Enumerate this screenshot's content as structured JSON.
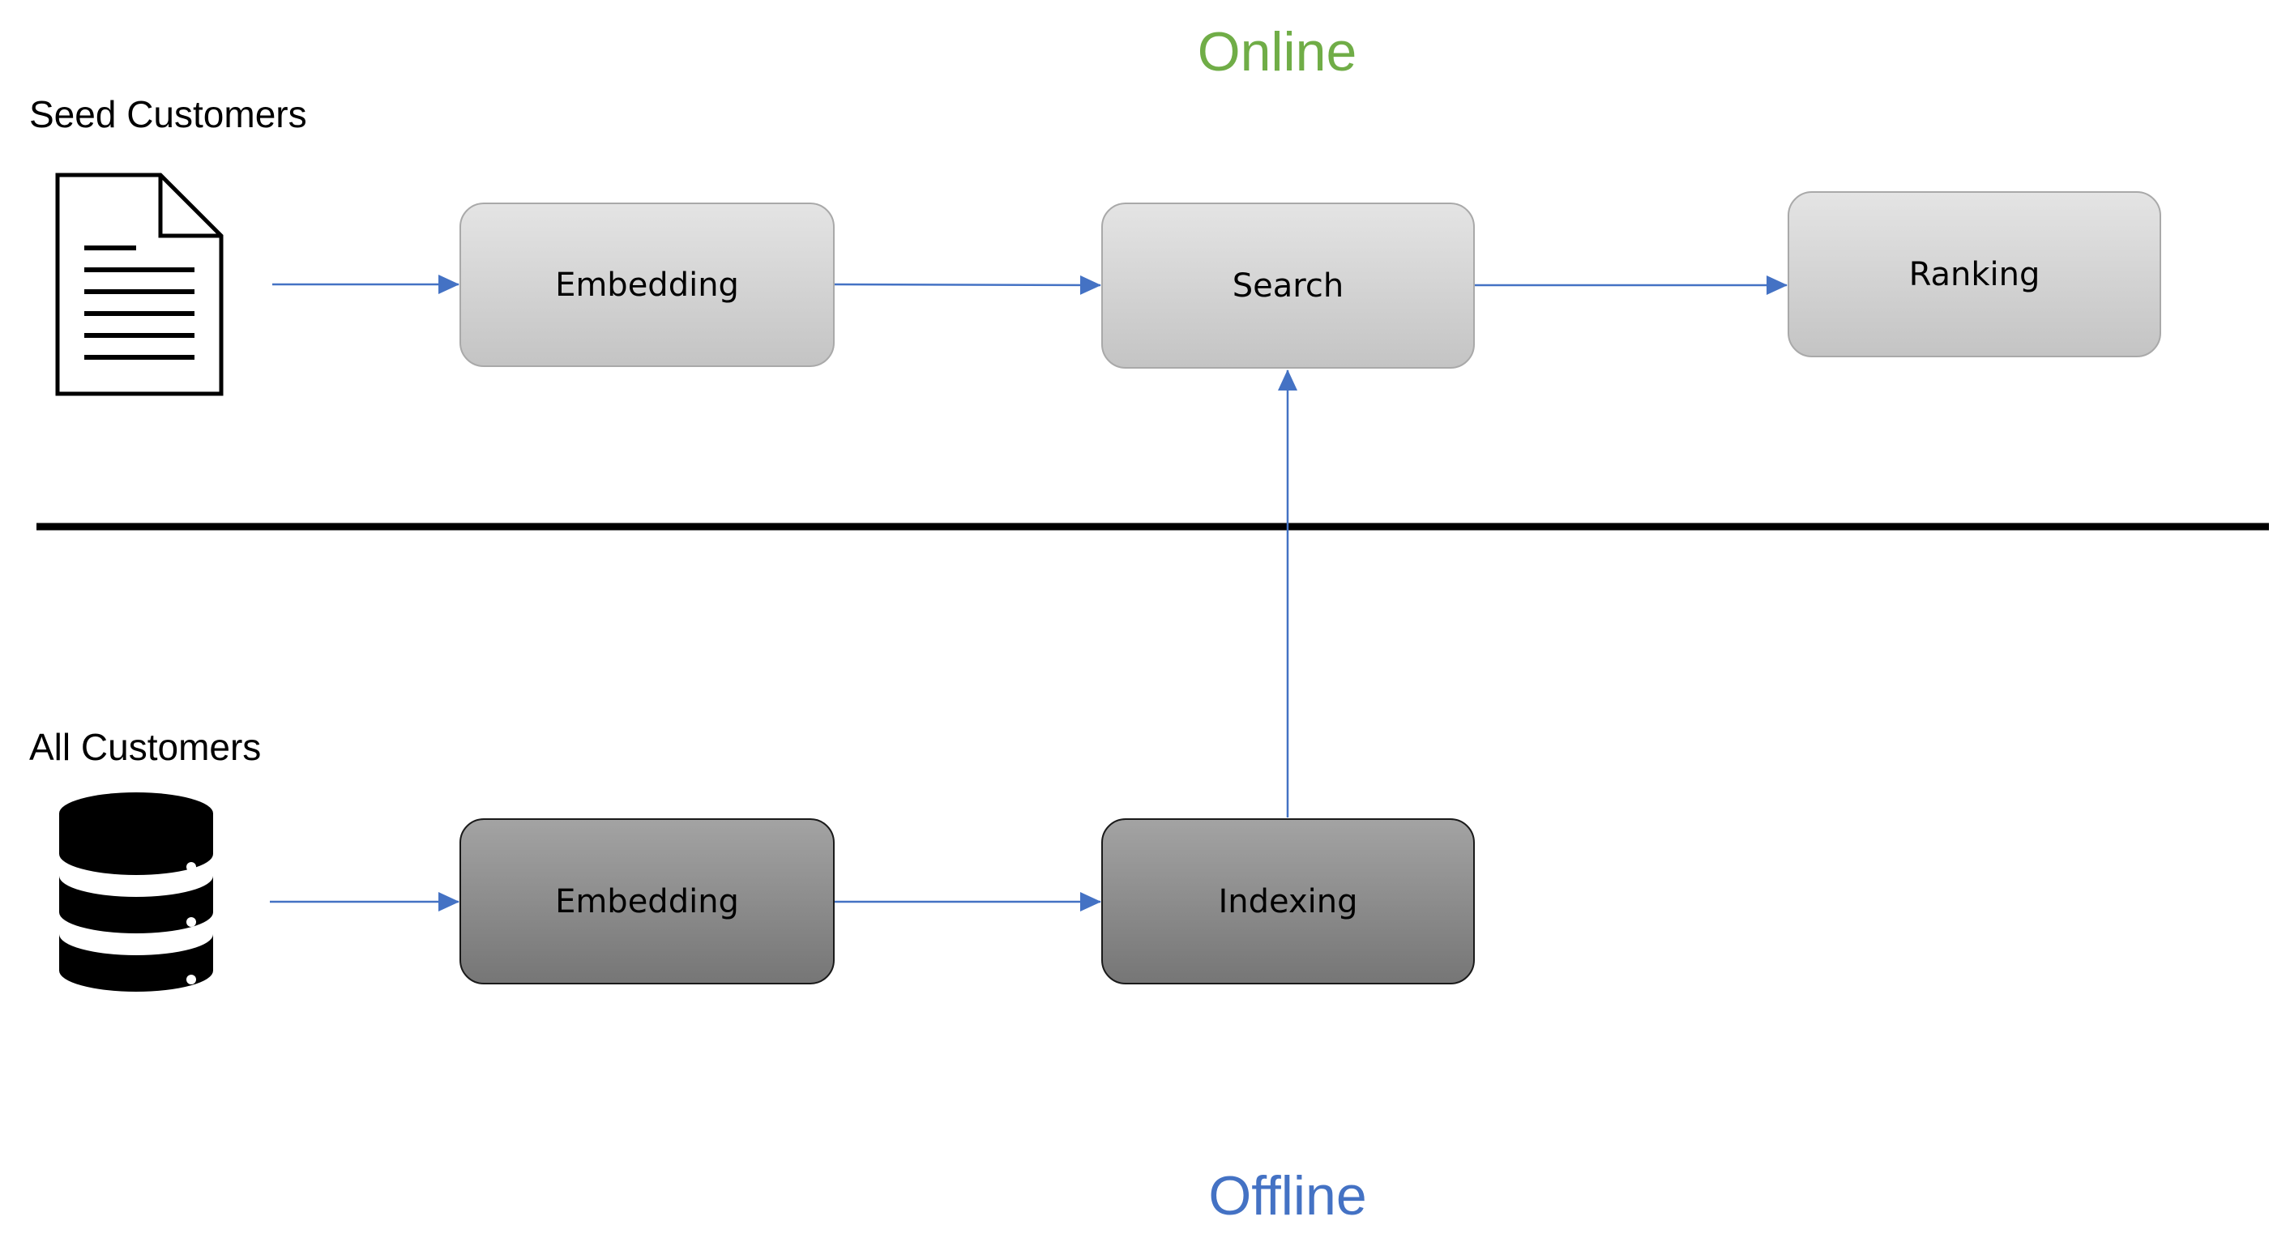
{
  "sections": {
    "online": {
      "label": "Online",
      "color": "#70ad47"
    },
    "offline": {
      "label": "Offline",
      "color": "#4472c4"
    }
  },
  "sources": {
    "seed": {
      "label": "Seed Customers",
      "icon": "document-icon"
    },
    "all": {
      "label": "All Customers",
      "icon": "database-icon"
    }
  },
  "nodes": {
    "online_embedding": {
      "label": "Embedding"
    },
    "search": {
      "label": "Search"
    },
    "ranking": {
      "label": "Ranking"
    },
    "offline_embedding": {
      "label": "Embedding"
    },
    "indexing": {
      "label": "Indexing"
    }
  },
  "colors": {
    "arrow": "#4472c4",
    "divider": "#000000",
    "online_fill_top": "#e4e4e4",
    "online_fill_bottom": "#c4c4c4",
    "offline_fill_top": "#a3a3a3",
    "offline_fill_bottom": "#767676"
  }
}
